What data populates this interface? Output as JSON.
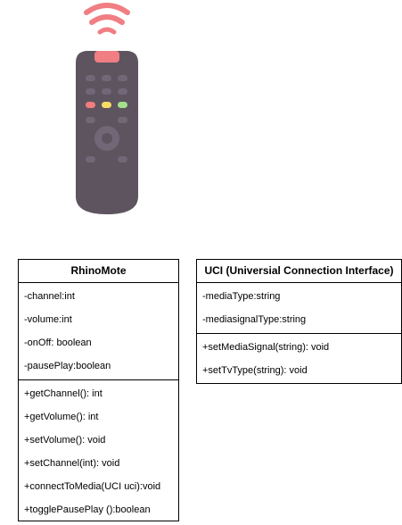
{
  "rhinomote": {
    "title": "RhinoMote",
    "attributes": [
      "-channel:int",
      "-volume:int",
      "-onOff: boolean",
      "-pausePlay:boolean"
    ],
    "methods": [
      "+getChannel(): int",
      "+getVolume(): int",
      "+setVolume(): void",
      "+setChannel(int): void",
      "+connectToMedia(UCI uci):void",
      "+togglePausePlay ():boolean"
    ]
  },
  "uci": {
    "title": "UCI (Universial Connection Interface)",
    "attributes": [
      "-mediaType:string",
      "-mediasignalType:string"
    ],
    "methods": [
      "+setMediaSignal(string): void",
      "+setTvType(string): void"
    ]
  },
  "colors": {
    "remote_body": "#5e5460",
    "signal": "#f07e83",
    "button_red": "#f37c7f",
    "button_yellow": "#f7dd63",
    "button_green": "#a4df8c"
  }
}
